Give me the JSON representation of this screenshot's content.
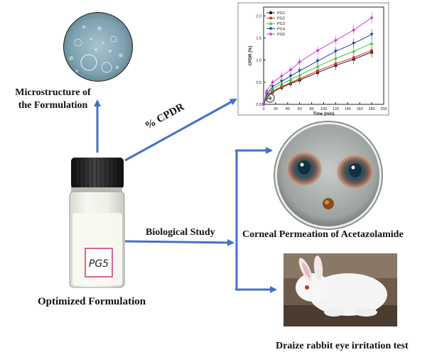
{
  "labels": {
    "microstructure_line1": "Microstructure of",
    "microstructure_line2": "the Formulation",
    "cpdr": "% CPDR",
    "biological_study": "Biological Study",
    "optimized": "Optimized Formulation",
    "corneal": "Corneal Permeation of Acetazolamide",
    "draize": "Draize rabbit eye irritation test",
    "vial_label": "PG5"
  },
  "colors": {
    "arrow": "#4472c4",
    "text": "#111111"
  },
  "chart_data": {
    "type": "line",
    "panel_tag": "a",
    "xlabel": "Time (min)",
    "ylabel": "CPDR (%)",
    "xlim": [
      0,
      200
    ],
    "ylim": [
      0,
      2.2
    ],
    "xticks": [
      0,
      20,
      40,
      60,
      80,
      100,
      120,
      140,
      160,
      180,
      200
    ],
    "yticks": [
      0.0,
      0.5,
      1.0,
      1.5,
      2.0
    ],
    "x": [
      0,
      5,
      15,
      30,
      45,
      60,
      90,
      120,
      150,
      180
    ],
    "legend_position": "top-left",
    "series": [
      {
        "name": "PG1",
        "color": "#222222",
        "marker": "square",
        "values": [
          0,
          0.15,
          0.28,
          0.38,
          0.47,
          0.55,
          0.72,
          0.88,
          1.02,
          1.18
        ]
      },
      {
        "name": "PG2",
        "color": "#e03030",
        "marker": "circle",
        "values": [
          0,
          0.17,
          0.3,
          0.4,
          0.49,
          0.58,
          0.76,
          0.92,
          1.06,
          1.22
        ]
      },
      {
        "name": "PG3",
        "color": "#33cc33",
        "marker": "triangle",
        "values": [
          0,
          0.2,
          0.35,
          0.46,
          0.56,
          0.66,
          0.86,
          1.04,
          1.2,
          1.38
        ]
      },
      {
        "name": "PG4",
        "color": "#1f3f9f",
        "marker": "triangle-down",
        "values": [
          0,
          0.23,
          0.4,
          0.52,
          0.64,
          0.76,
          0.98,
          1.2,
          1.38,
          1.58
        ]
      },
      {
        "name": "PG5",
        "color": "#d040d0",
        "marker": "diamond",
        "values": [
          0,
          0.3,
          0.5,
          0.64,
          0.78,
          0.96,
          1.22,
          1.45,
          1.68,
          1.96
        ]
      }
    ]
  }
}
